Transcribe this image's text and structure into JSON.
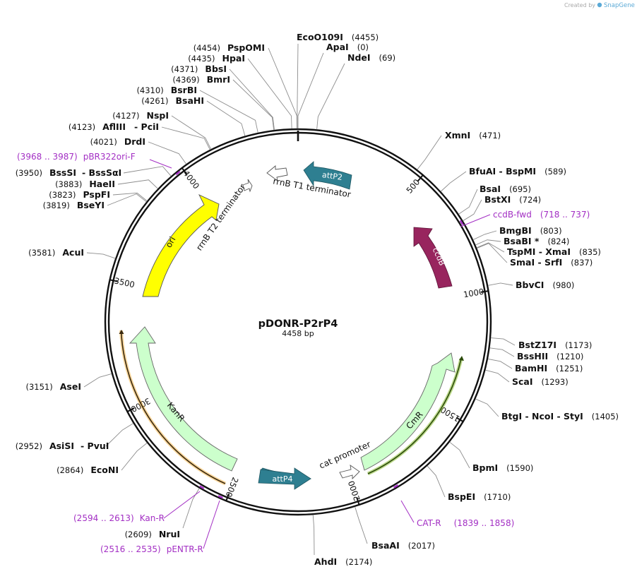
{
  "watermark": {
    "prefix": "Created by",
    "brand": "SnapGene"
  },
  "plasmid": {
    "name": "pDONR-P2rP4",
    "size": "4458 bp",
    "length": 4458
  },
  "ticks": [
    "500",
    "1000",
    "1500",
    "2000",
    "2500",
    "3000",
    "3500",
    "4000"
  ],
  "enzymes": [
    {
      "name": "EcoO109I",
      "pos": "(4455)"
    },
    {
      "name": "ApaI",
      "pos": "(0)"
    },
    {
      "name": "NdeI",
      "pos": "(69)"
    },
    {
      "name": "PspOMI",
      "pos": "(4454)"
    },
    {
      "name": "HpaI",
      "pos": "(4435)"
    },
    {
      "name": "BbsI",
      "pos": "(4371)"
    },
    {
      "name": "BmrI",
      "pos": "(4369)"
    },
    {
      "name": "BsrBI",
      "pos": "(4310)"
    },
    {
      "name": "BsaHI",
      "pos": "(4261)"
    },
    {
      "name": "NspI",
      "pos": "(4127)"
    },
    {
      "name": "AflIII",
      "pos": "(4123)"
    },
    {
      "name": "- PciI",
      "pos": ""
    },
    {
      "name": "DrdI",
      "pos": "(4021)"
    },
    {
      "name": "BssSI",
      "pos": "(3950)"
    },
    {
      "name": "- BssSαI",
      "pos": ""
    },
    {
      "name": "HaeII",
      "pos": "(3883)"
    },
    {
      "name": "PspFI",
      "pos": "(3823)"
    },
    {
      "name": "BseYI",
      "pos": "(3819)"
    },
    {
      "name": "AcuI",
      "pos": "(3581)"
    },
    {
      "name": "AseI",
      "pos": "(3151)"
    },
    {
      "name": "AsiSI",
      "pos": "(2952)"
    },
    {
      "name": "- PvuI",
      "pos": ""
    },
    {
      "name": "EcoNI",
      "pos": "(2864)"
    },
    {
      "name": "NruI",
      "pos": "(2609)"
    },
    {
      "name": "AhdI",
      "pos": "(2174)"
    },
    {
      "name": "BsaAI",
      "pos": "(2017)"
    },
    {
      "name": "BspEI",
      "pos": "(1710)"
    },
    {
      "name": "BpmI",
      "pos": "(1590)"
    },
    {
      "name": "BtgI - NcoI - StyI",
      "pos": "(1405)"
    },
    {
      "name": "ScaI",
      "pos": "(1293)"
    },
    {
      "name": "BamHI",
      "pos": "(1251)"
    },
    {
      "name": "BssHII",
      "pos": "(1210)"
    },
    {
      "name": "BstZ17I",
      "pos": "(1173)"
    },
    {
      "name": "BbvCI",
      "pos": "(980)"
    },
    {
      "name": "SmaI - SrfI",
      "pos": "(837)"
    },
    {
      "name": "TspMI - XmaI",
      "pos": "(835)"
    },
    {
      "name": "BsaBI *",
      "pos": "(824)"
    },
    {
      "name": "BmgBI",
      "pos": "(803)"
    },
    {
      "name": "BstXI",
      "pos": "(724)"
    },
    {
      "name": "BsaI",
      "pos": "(695)"
    },
    {
      "name": "BfuAI - BspMI",
      "pos": "(589)"
    },
    {
      "name": "XmnI",
      "pos": "(471)"
    }
  ],
  "primers": [
    {
      "name": "pBR322ori-F",
      "range": "(3968 .. 3987)"
    },
    {
      "name": "ccdB-fwd",
      "range": "(718 .. 737)"
    },
    {
      "name": "CAT-R",
      "range": "(1839 .. 1858)"
    },
    {
      "name": "Kan-R",
      "range": "(2594 .. 2613)"
    },
    {
      "name": "pENTR-R",
      "range": "(2516 .. 2535)"
    }
  ],
  "features": [
    {
      "name": "attP2",
      "color": "#2e7f91"
    },
    {
      "name": "rrnB T1 terminator",
      "color": "#ffffff"
    },
    {
      "name": "rrnB T2 terminator",
      "color": "#ffffff"
    },
    {
      "name": "ori",
      "color": "#ffff00"
    },
    {
      "name": "ccdB",
      "color": "#98255e"
    },
    {
      "name": "CmR",
      "color": "#ccffcc"
    },
    {
      "name": "cat promoter",
      "color": "#ffffff"
    },
    {
      "name": "attP4",
      "color": "#2e7f91"
    },
    {
      "name": "KanR",
      "color": "#ccffcc"
    }
  ],
  "colors": {
    "primer": "#a32fc4",
    "annotation_kan": "#f5a623",
    "annotation_cm": "#7ab317"
  }
}
